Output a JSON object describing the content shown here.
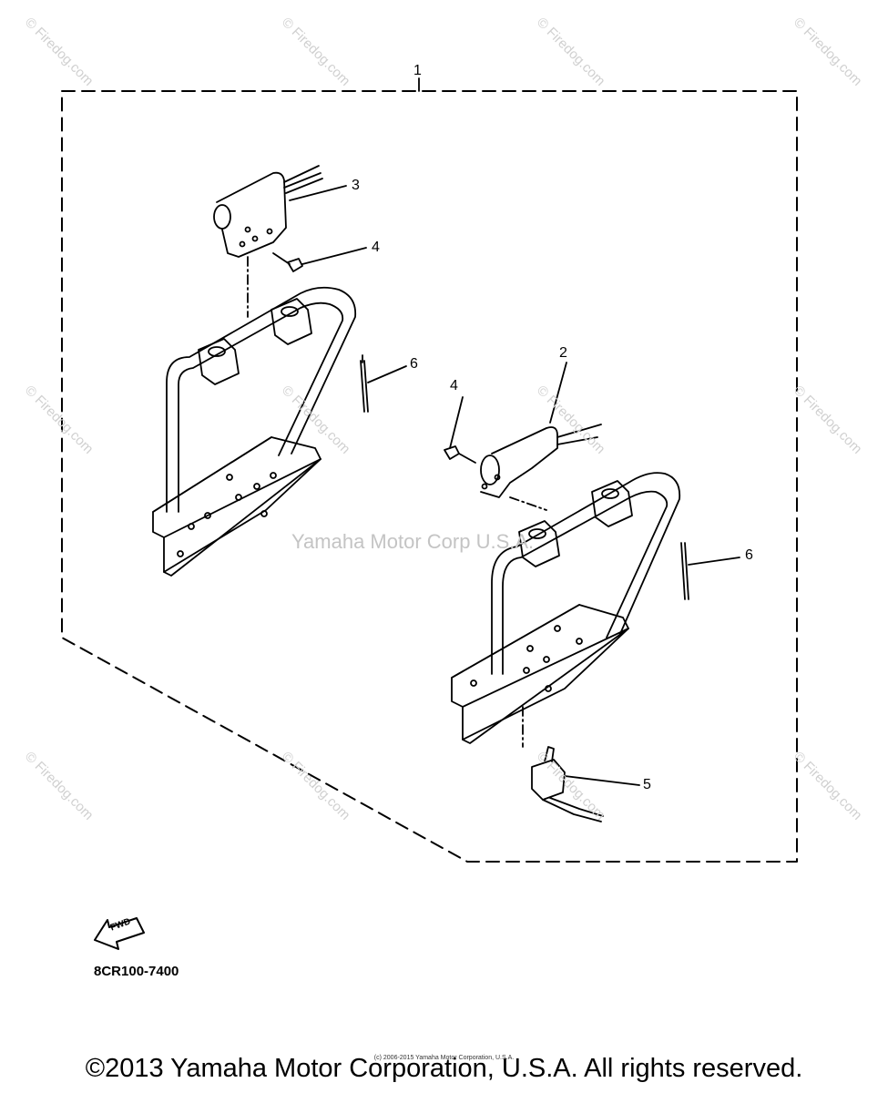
{
  "callouts": {
    "c1": "1",
    "c2": "2",
    "c3": "3",
    "c4a": "4",
    "c4b": "4",
    "c5": "5",
    "c6a": "6",
    "c6b": "6"
  },
  "fwd_label": "FWD",
  "part_number": "8CR100-7400",
  "watermark": "© Firedog.com",
  "center_watermark": "Yamaha Motor Corp U.S.A.",
  "tiny_notice": "(c) 2006-2015 Yamaha Motor Corporation, U.S.A.",
  "copyright": "©2013 Yamaha Motor Corporation, U.S.A. All rights reserved."
}
